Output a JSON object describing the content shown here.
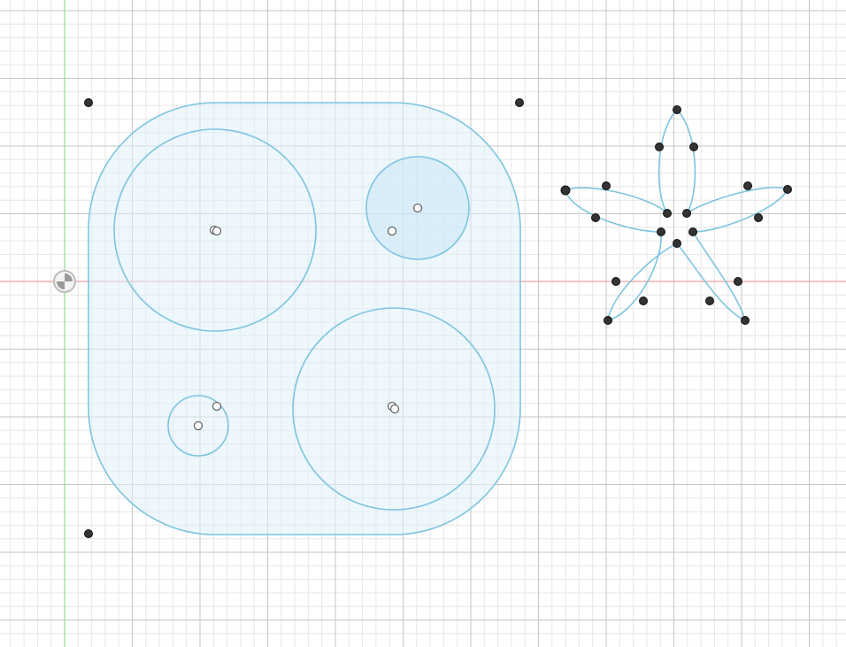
{
  "app": {
    "view": "sketch-canvas"
  },
  "colors": {
    "background": "#ffffff",
    "grid_fine": "#e6e6e6",
    "grid_major": "#c6c6c6",
    "axis_x": "#f0a0a0",
    "axis_y": "#8ee08e",
    "sketch_line": "#7ec4e0",
    "profile_fill": "#dff0f9",
    "point_solid": "#333333",
    "point_hollow": "#ffffff"
  },
  "icons": {
    "origin": "sketch-origin-icon"
  },
  "sketch": {
    "profiles": [
      "rounded-rectangle-plate",
      "large-circle-top-left",
      "small-circle-top-right",
      "large-circle-bottom-right",
      "small-circle-bottom-left"
    ],
    "flower": {
      "petals": 5
    }
  }
}
